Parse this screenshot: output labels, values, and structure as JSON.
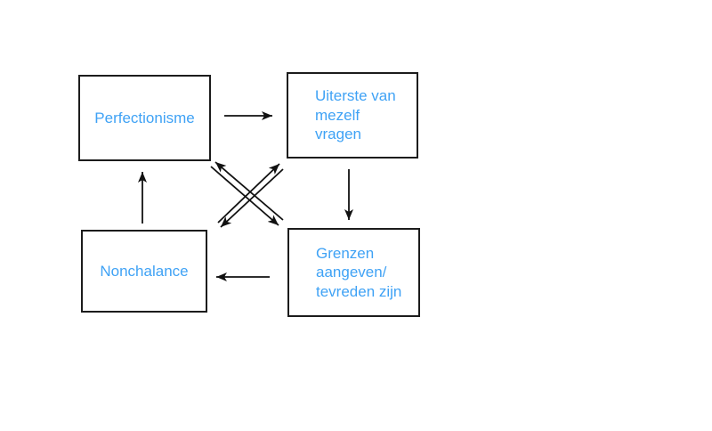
{
  "colors": {
    "background": "#ffffff",
    "node_text": "#3fa2f5",
    "node_border": "#1c1c1c",
    "arrow": "#111111"
  },
  "nodes": [
    {
      "id": "perfectionisme",
      "label": "Perfectionisme"
    },
    {
      "id": "uiterste-van-mezelf-vragen",
      "label": "Uiterste van\nmezelf\nvragen"
    },
    {
      "id": "grenzen-aangeven-tevreden-zijn",
      "label": "Grenzen\naangeven/\ntevreden zijn"
    },
    {
      "id": "nonchalance",
      "label": "Nonchalance"
    }
  ],
  "edges": [
    {
      "from": "perfectionisme",
      "to": "uiterste-van-mezelf-vragen",
      "type": "straight-right"
    },
    {
      "from": "uiterste-van-mezelf-vragen",
      "to": "grenzen-aangeven-tevreden-zijn",
      "type": "straight-down"
    },
    {
      "from": "grenzen-aangeven-tevreden-zijn",
      "to": "nonchalance",
      "type": "straight-left"
    },
    {
      "from": "nonchalance",
      "to": "perfectionisme",
      "type": "straight-up"
    },
    {
      "from": "grenzen-aangeven-tevreden-zijn",
      "to": "perfectionisme",
      "type": "diagonal"
    },
    {
      "from": "perfectionisme",
      "to": "grenzen-aangeven-tevreden-zijn",
      "type": "diagonal"
    },
    {
      "from": "nonchalance",
      "to": "uiterste-van-mezelf-vragen",
      "type": "diagonal"
    },
    {
      "from": "uiterste-van-mezelf-vragen",
      "to": "nonchalance",
      "type": "diagonal"
    }
  ]
}
